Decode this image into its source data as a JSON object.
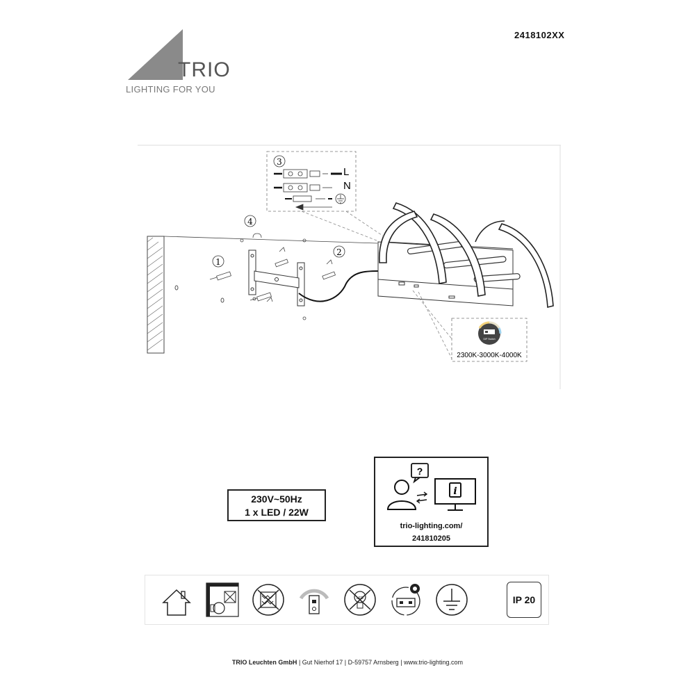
{
  "header": {
    "logo_word": "TRIO",
    "logo_tagline": "LIGHTING FOR YOU",
    "product_code": "2418102XX"
  },
  "diagram": {
    "steps": [
      "1",
      "2",
      "3",
      "4"
    ],
    "wiring_labels": {
      "live": "L",
      "neutral": "N"
    },
    "dip_switch_label": "DIP Switch",
    "color_temperature": "2300K-3000K-4000K"
  },
  "specs": {
    "voltage": "230V~50Hz",
    "lamp": "1 x LED / 22W"
  },
  "info": {
    "url_line1": "trio-lighting.com/",
    "url_line2": "241810205"
  },
  "icons": {
    "items": [
      "indoor-use-icon",
      "ceiling-distance-icon",
      "no-cover-insulation-icon",
      "dimmer-switch-icon",
      "no-led-replacement-icon",
      "driver-replacement-icon",
      "earth-ground-icon"
    ],
    "ip_rating": "IP 20"
  },
  "footer": {
    "company": "TRIO Leuchten GmbH",
    "address": " | Gut Nierhof 17 | D-59757 Arnsberg | www.trio-lighting.com"
  },
  "colors": {
    "logo_gray": "#888888",
    "line_dark": "#222222"
  }
}
